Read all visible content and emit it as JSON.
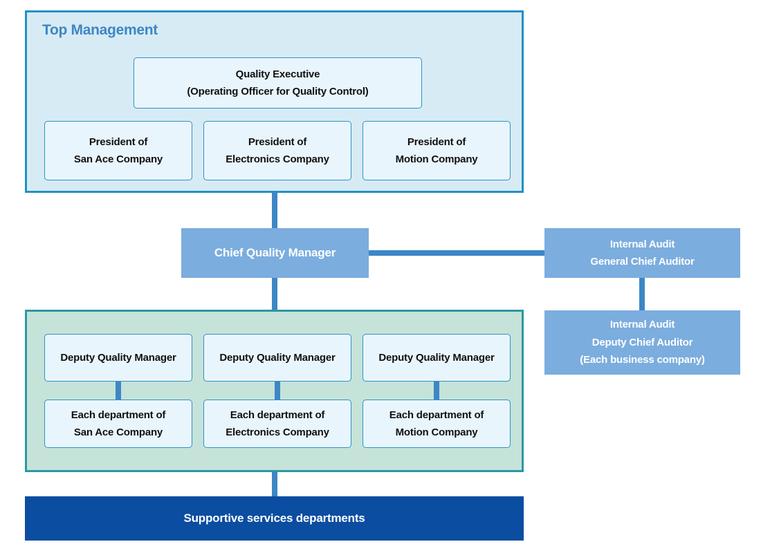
{
  "colors": {
    "top_container_border": "#2191c5",
    "top_container_bg": "#d7ebf4",
    "light_box_bg": "#e9f5fc",
    "light_box_border": "#2a93c6",
    "solid_box_bg": "#7badde",
    "connector": "#3e86c6",
    "green_container_border": "#2d98a2",
    "green_container_bg": "#c5e3d9",
    "bottom_bar_bg": "#0b4da1",
    "title_text": "#3e86c6",
    "box_text": "#111111",
    "solid_box_text": "#ffffff"
  },
  "top_management": {
    "label": "Top Management",
    "quality_executive": {
      "lines": [
        "Quality Executive",
        "(Operating Officer for Quality Control)"
      ]
    },
    "presidents": [
      {
        "lines": [
          "President of",
          "San Ace Company"
        ]
      },
      {
        "lines": [
          "President of",
          "Electronics Company"
        ]
      },
      {
        "lines": [
          "President of",
          "Motion Company"
        ]
      }
    ]
  },
  "chief_quality_manager": {
    "label": "Chief Quality Manager"
  },
  "internal_audit": {
    "general": {
      "lines": [
        "Internal Audit",
        "General Chief Auditor"
      ]
    },
    "deputy": {
      "lines": [
        "Internal Audit",
        "Deputy Chief Auditor",
        "(Each business company)"
      ]
    }
  },
  "business_companies": {
    "deputy_quality_managers": [
      {
        "label": "Deputy Quality Manager"
      },
      {
        "label": "Deputy Quality Manager"
      },
      {
        "label": "Deputy Quality Manager"
      }
    ],
    "departments": [
      {
        "lines": [
          "Each department of",
          "San Ace Company"
        ]
      },
      {
        "lines": [
          "Each department of",
          "Electronics Company"
        ]
      },
      {
        "lines": [
          "Each department of",
          "Motion Company"
        ]
      }
    ]
  },
  "supportive_services": {
    "label": "Supportive services departments"
  }
}
